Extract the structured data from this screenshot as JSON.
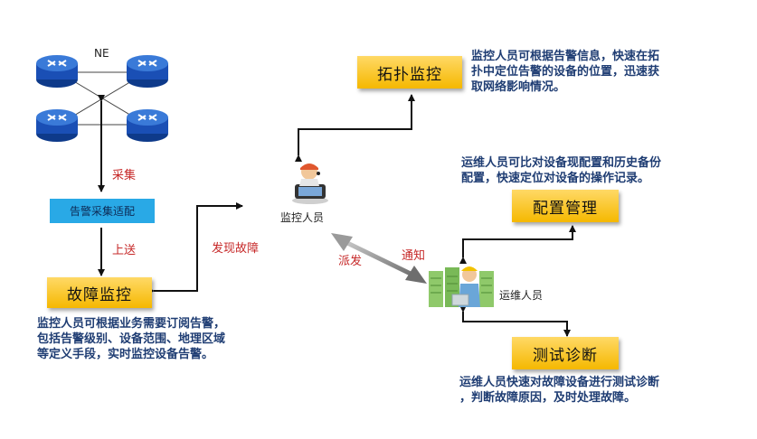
{
  "network": {
    "ne_label": "NE"
  },
  "edges": {
    "collect": "采集",
    "upload": "上送",
    "discover_fault": "发现故障",
    "dispatch": "派发",
    "notify": "通知"
  },
  "boxes": {
    "alarm_adapter": "告警采集适配",
    "fault_monitor": "故障监控",
    "topology_monitor": "拓扑监控",
    "config_management": "配置管理",
    "test_diagnosis": "测试诊断"
  },
  "people": {
    "monitor_staff": "监控人员",
    "ops_staff": "运维人员"
  },
  "descriptions": {
    "fault_monitor": [
      "监控人员可根据业务需要订阅告警，",
      "包括告警级别、设备范围、地理区域",
      "等定义手段，实时监控设备告警。"
    ],
    "topology_monitor": [
      "监控人员可根据告警信息，快速在拓",
      "扑中定位告警的设备的位置，迅速获",
      "取网络影响情况。"
    ],
    "config_management": [
      "运维人员可比对设备现配置和历史备份",
      "配置，快速定位对设备的操作记录。"
    ],
    "test_diagnosis": [
      "运维人员快速对故障设备进行测试诊断",
      "，判断故障原因，及时处理故障。"
    ]
  },
  "colors": {
    "box_yellow": "#f5b800",
    "adapter_blue": "#29a9e6",
    "description_text": "#1f3d73",
    "edge_label_red": "#c62828",
    "router_blue": "#1a4fb5"
  },
  "icons": [
    "router-icon",
    "monitor-staff-icon",
    "ops-staff-icon"
  ]
}
